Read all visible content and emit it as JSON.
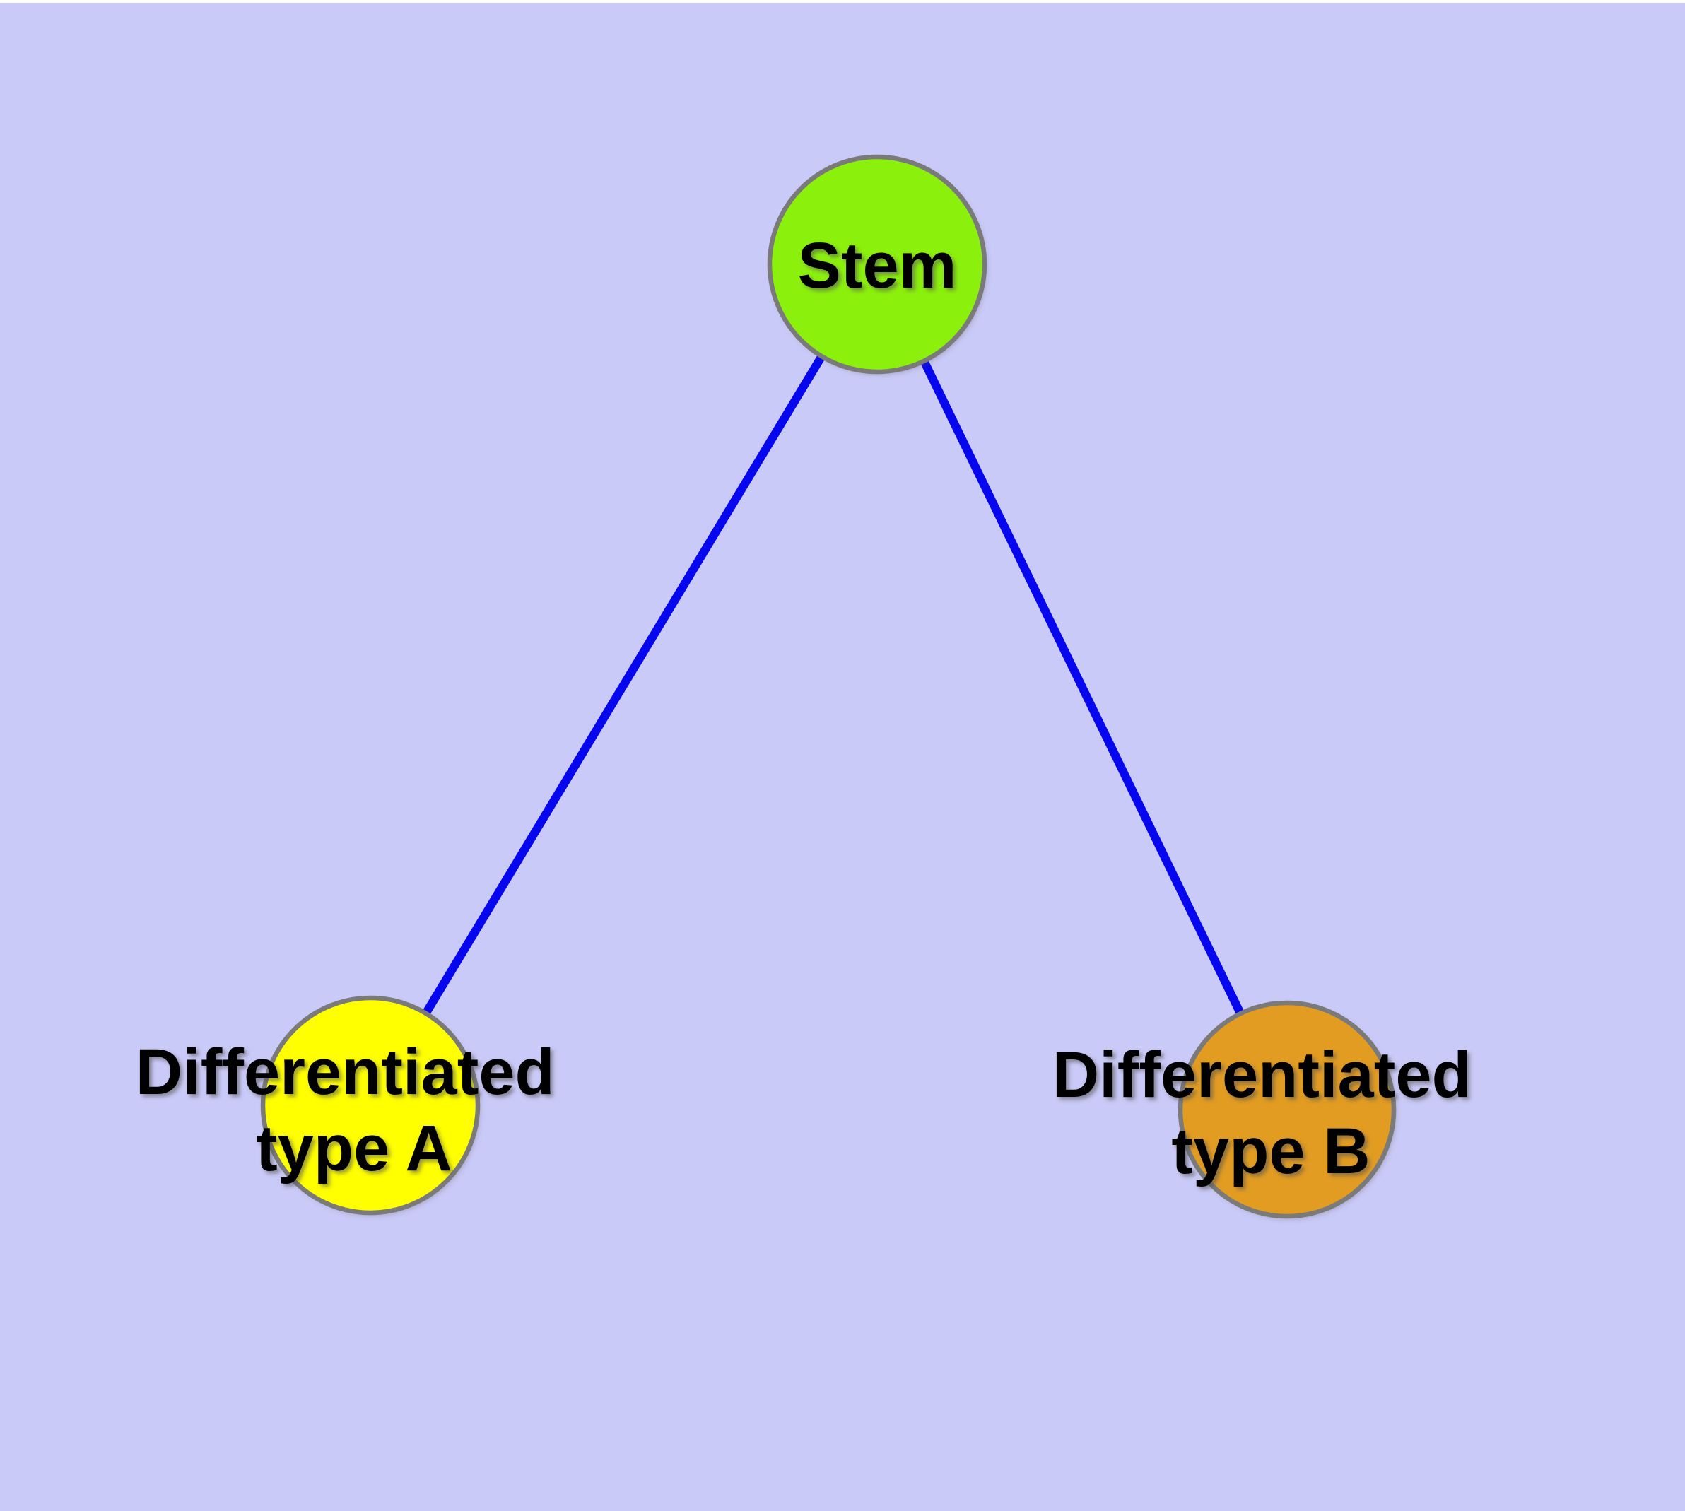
{
  "diagram": {
    "background_color": "#cacaf8",
    "top_strip_color": "#ffffff",
    "edge_color": "#0606ef",
    "node_border_color": "#7a7a7a",
    "label_color": "#000000",
    "nodes": {
      "stem": {
        "label": "Stem",
        "fill": "#8cf00a"
      },
      "type_a": {
        "label_line1": "Differentiated",
        "label_line2": "type A",
        "fill": "#ffff00"
      },
      "type_b": {
        "label_line1": "Differentiated",
        "label_line2": "type B",
        "fill": "#e29c22"
      }
    },
    "edges": [
      {
        "from": "Stem",
        "to": "Differentiated type A"
      },
      {
        "from": "Stem",
        "to": "Differentiated type B"
      }
    ]
  }
}
